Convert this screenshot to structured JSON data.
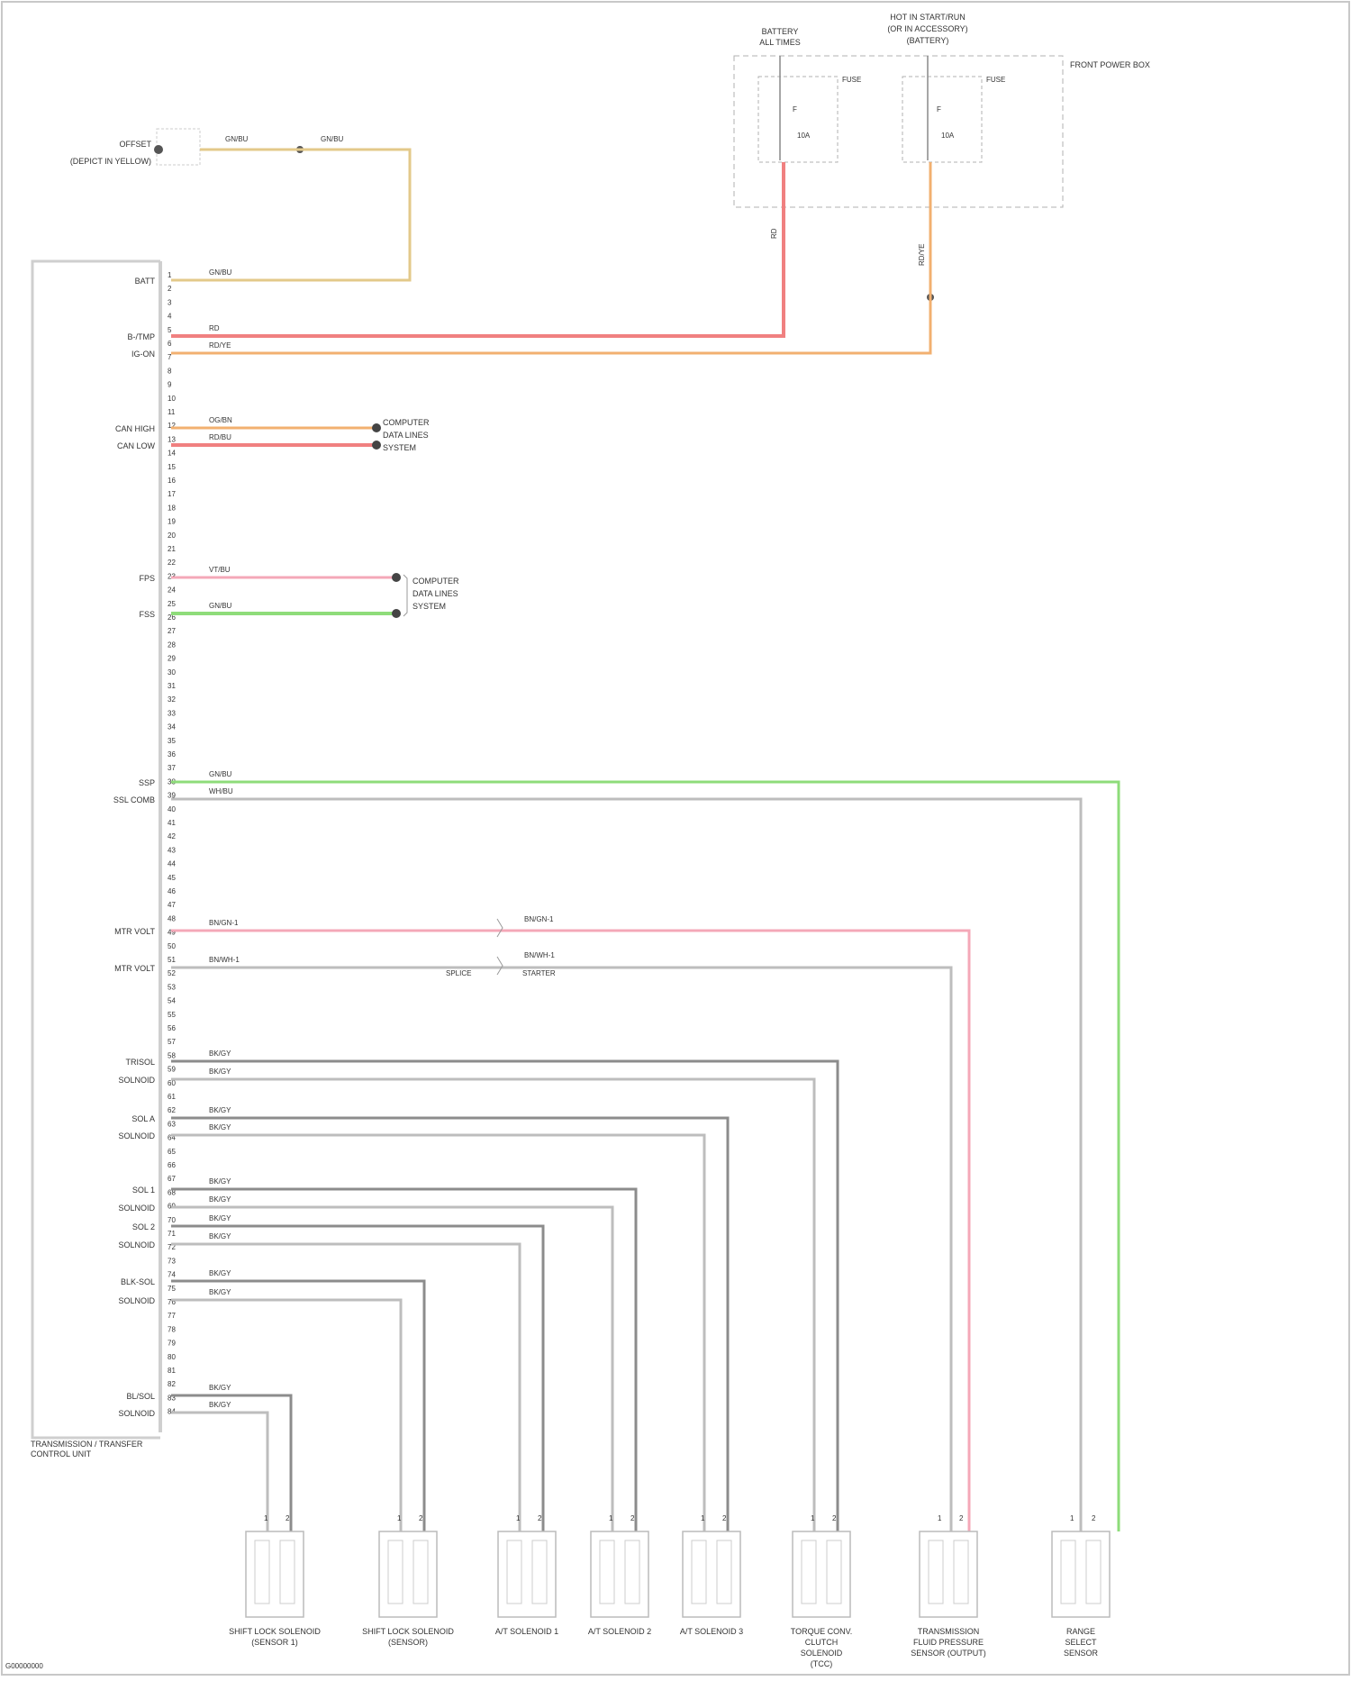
{
  "diagram": {
    "image_id": "G00000000",
    "ecu_label": [
      "TRANSMISSION / TRANSFER",
      "CONTROL UNIT"
    ],
    "ignition_switch": {
      "caption": [
        "OFFSET",
        "(DEPICT IN YELLOW)"
      ],
      "wire_a": "GN/BU",
      "wire_b": "GN/BU"
    },
    "fuse_box": {
      "caption": "FRONT POWER BOX",
      "fuse_left_top": [
        "BATTERY",
        "ALL TIMES"
      ],
      "fuse_right_top": [
        "HOT IN START/RUN",
        "(OR IN ACCESSORY)",
        "(BATTERY)"
      ],
      "fuse_left_label": "FUSE",
      "fuse_right_label": "FUSE",
      "fuse_value": "10A",
      "fuse_small_label": "F",
      "wire_left": "RD",
      "wire_right": "RD/YE"
    },
    "connections": [
      {
        "pin_label": "BATT",
        "pin": "1",
        "wire": "GN/BU"
      },
      {
        "pin_label": "B-/TMP",
        "pin": "5",
        "wire": "RD"
      },
      {
        "pin_label": "IG-ON",
        "pin": "6",
        "wire": "RD/YE"
      },
      {
        "pin_label": "CAN HIGH",
        "pin": "13",
        "wire": "OG/BN"
      },
      {
        "pin_label": "CAN LOW",
        "pin": "14",
        "wire": "RD/BU"
      },
      {
        "pin_label": "FPS",
        "pin": "24",
        "wire": "VT/BU"
      },
      {
        "pin_label": "FSS",
        "pin": "26",
        "wire": "GN/BU"
      },
      {
        "pin_label": "SSP",
        "pin": "41",
        "wire": "GN/BU"
      },
      {
        "pin_label": "SSL COMB",
        "pin": "42",
        "wire": "WH/BU"
      },
      {
        "pin_label": "MTR VOLT",
        "pin": "50",
        "wire": "BN/GN-1"
      },
      {
        "pin_label": "MTR VOLT",
        "pin": "52",
        "wire": "BN/WH-1"
      },
      {
        "pin_label": "TRISOL",
        "pin": "59",
        "wire": "BK/GY"
      },
      {
        "pin_label": "SOLNOID",
        "pin": "60",
        "wire": "BK/GY"
      },
      {
        "pin_label": "SOL A",
        "pin": "63",
        "wire": "BK/GY"
      },
      {
        "pin_label": "SOLNOID",
        "pin": "64",
        "wire": "BK/GY"
      },
      {
        "pin_label": "SOL 1",
        "pin": "67",
        "wire": "BK/GY"
      },
      {
        "pin_label": "SOLNOID",
        "pin": "68",
        "wire": "BK/GY"
      },
      {
        "pin_label": "SOL 2",
        "pin": "69",
        "wire": "BK/GY"
      },
      {
        "pin_label": "SOLNOID",
        "pin": "70",
        "wire": "BK/GY"
      },
      {
        "pin_label": "BLK-SOL",
        "pin": "72",
        "wire": "BK/GY"
      },
      {
        "pin_label": "SOLNOID",
        "pin": "73",
        "wire": "BK/GY"
      },
      {
        "pin_label": "BL/SOL",
        "pin": "83",
        "wire": "BK/GY"
      },
      {
        "pin_label": "SOLNOID",
        "pin": "84",
        "wire": "BK/GY"
      }
    ],
    "destinations": {
      "can_bus": [
        "COMPUTER",
        "DATA LINES",
        "SYSTEM"
      ],
      "fps_fss": [
        "COMPUTER",
        "DATA LINES",
        "SYSTEM"
      ],
      "splice_a": "BN/GN-1",
      "splice_b": "BN/WH-1",
      "splice_text": "SPLICE",
      "splice_sub": "STARTER"
    },
    "bottom_components": [
      {
        "caption": [
          "SHIFT LOCK SOLENOID",
          "(SENSOR 1)"
        ],
        "pin_a": "1",
        "pin_b": "2"
      },
      {
        "caption": [
          "SHIFT LOCK SOLENOID",
          "(SENSOR)"
        ],
        "pin_a": "1",
        "pin_b": "2"
      },
      {
        "caption": [
          "A/T SOLENOID 1"
        ],
        "pin_a": "1",
        "pin_b": "2"
      },
      {
        "caption": [
          "A/T SOLENOID 2"
        ],
        "pin_a": "1",
        "pin_b": "2"
      },
      {
        "caption": [
          "A/T SOLENOID 3"
        ],
        "pin_a": "1",
        "pin_b": "2"
      },
      {
        "caption": [
          "TORQUE CONV.",
          "CLUTCH",
          "SOLENOID",
          "(TCC)"
        ],
        "pin_a": "1",
        "pin_b": "2"
      },
      {
        "caption": [
          "TRANSMISSION",
          "FLUID PRESSURE",
          "SENSOR (OUTPUT)"
        ],
        "pin_a": "1",
        "pin_b": "2"
      },
      {
        "caption": [
          "RANGE",
          "SELECT",
          "SENSOR"
        ],
        "pin_a": "1",
        "pin_b": "2"
      }
    ],
    "colors": {
      "yellow": "#e3c98a",
      "red": "#f08080",
      "orange": "#f2b070",
      "pink": "#f4a8b8",
      "green": "#8edc7a",
      "gray": "#bdbdbd",
      "dark": "#8c8c8c",
      "dash": "#b0b0b0"
    }
  }
}
